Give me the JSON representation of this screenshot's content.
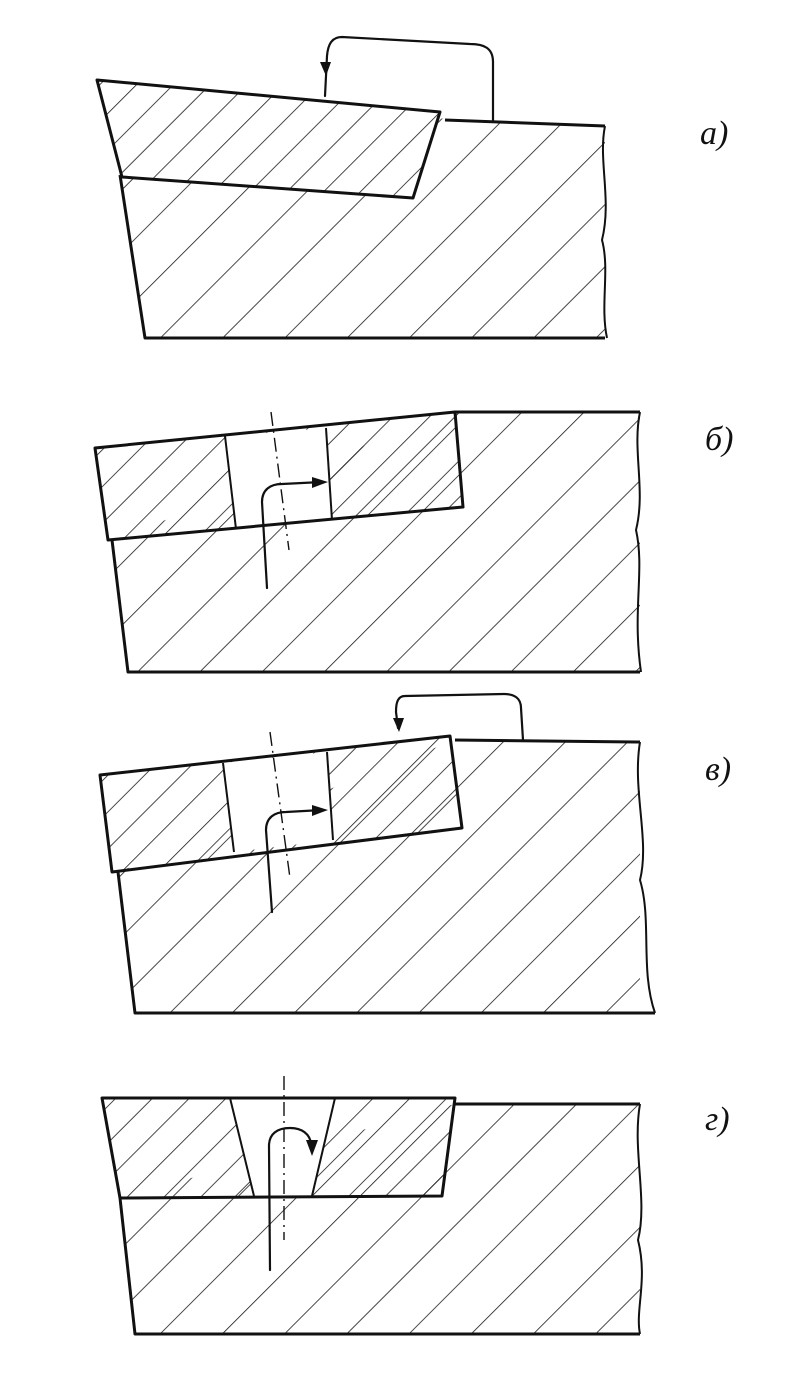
{
  "figure": {
    "panels": [
      {
        "id": "a",
        "label": "а)"
      },
      {
        "id": "b",
        "label": "б)"
      },
      {
        "id": "v",
        "label": "в)"
      },
      {
        "id": "g",
        "label": "г)"
      }
    ]
  }
}
